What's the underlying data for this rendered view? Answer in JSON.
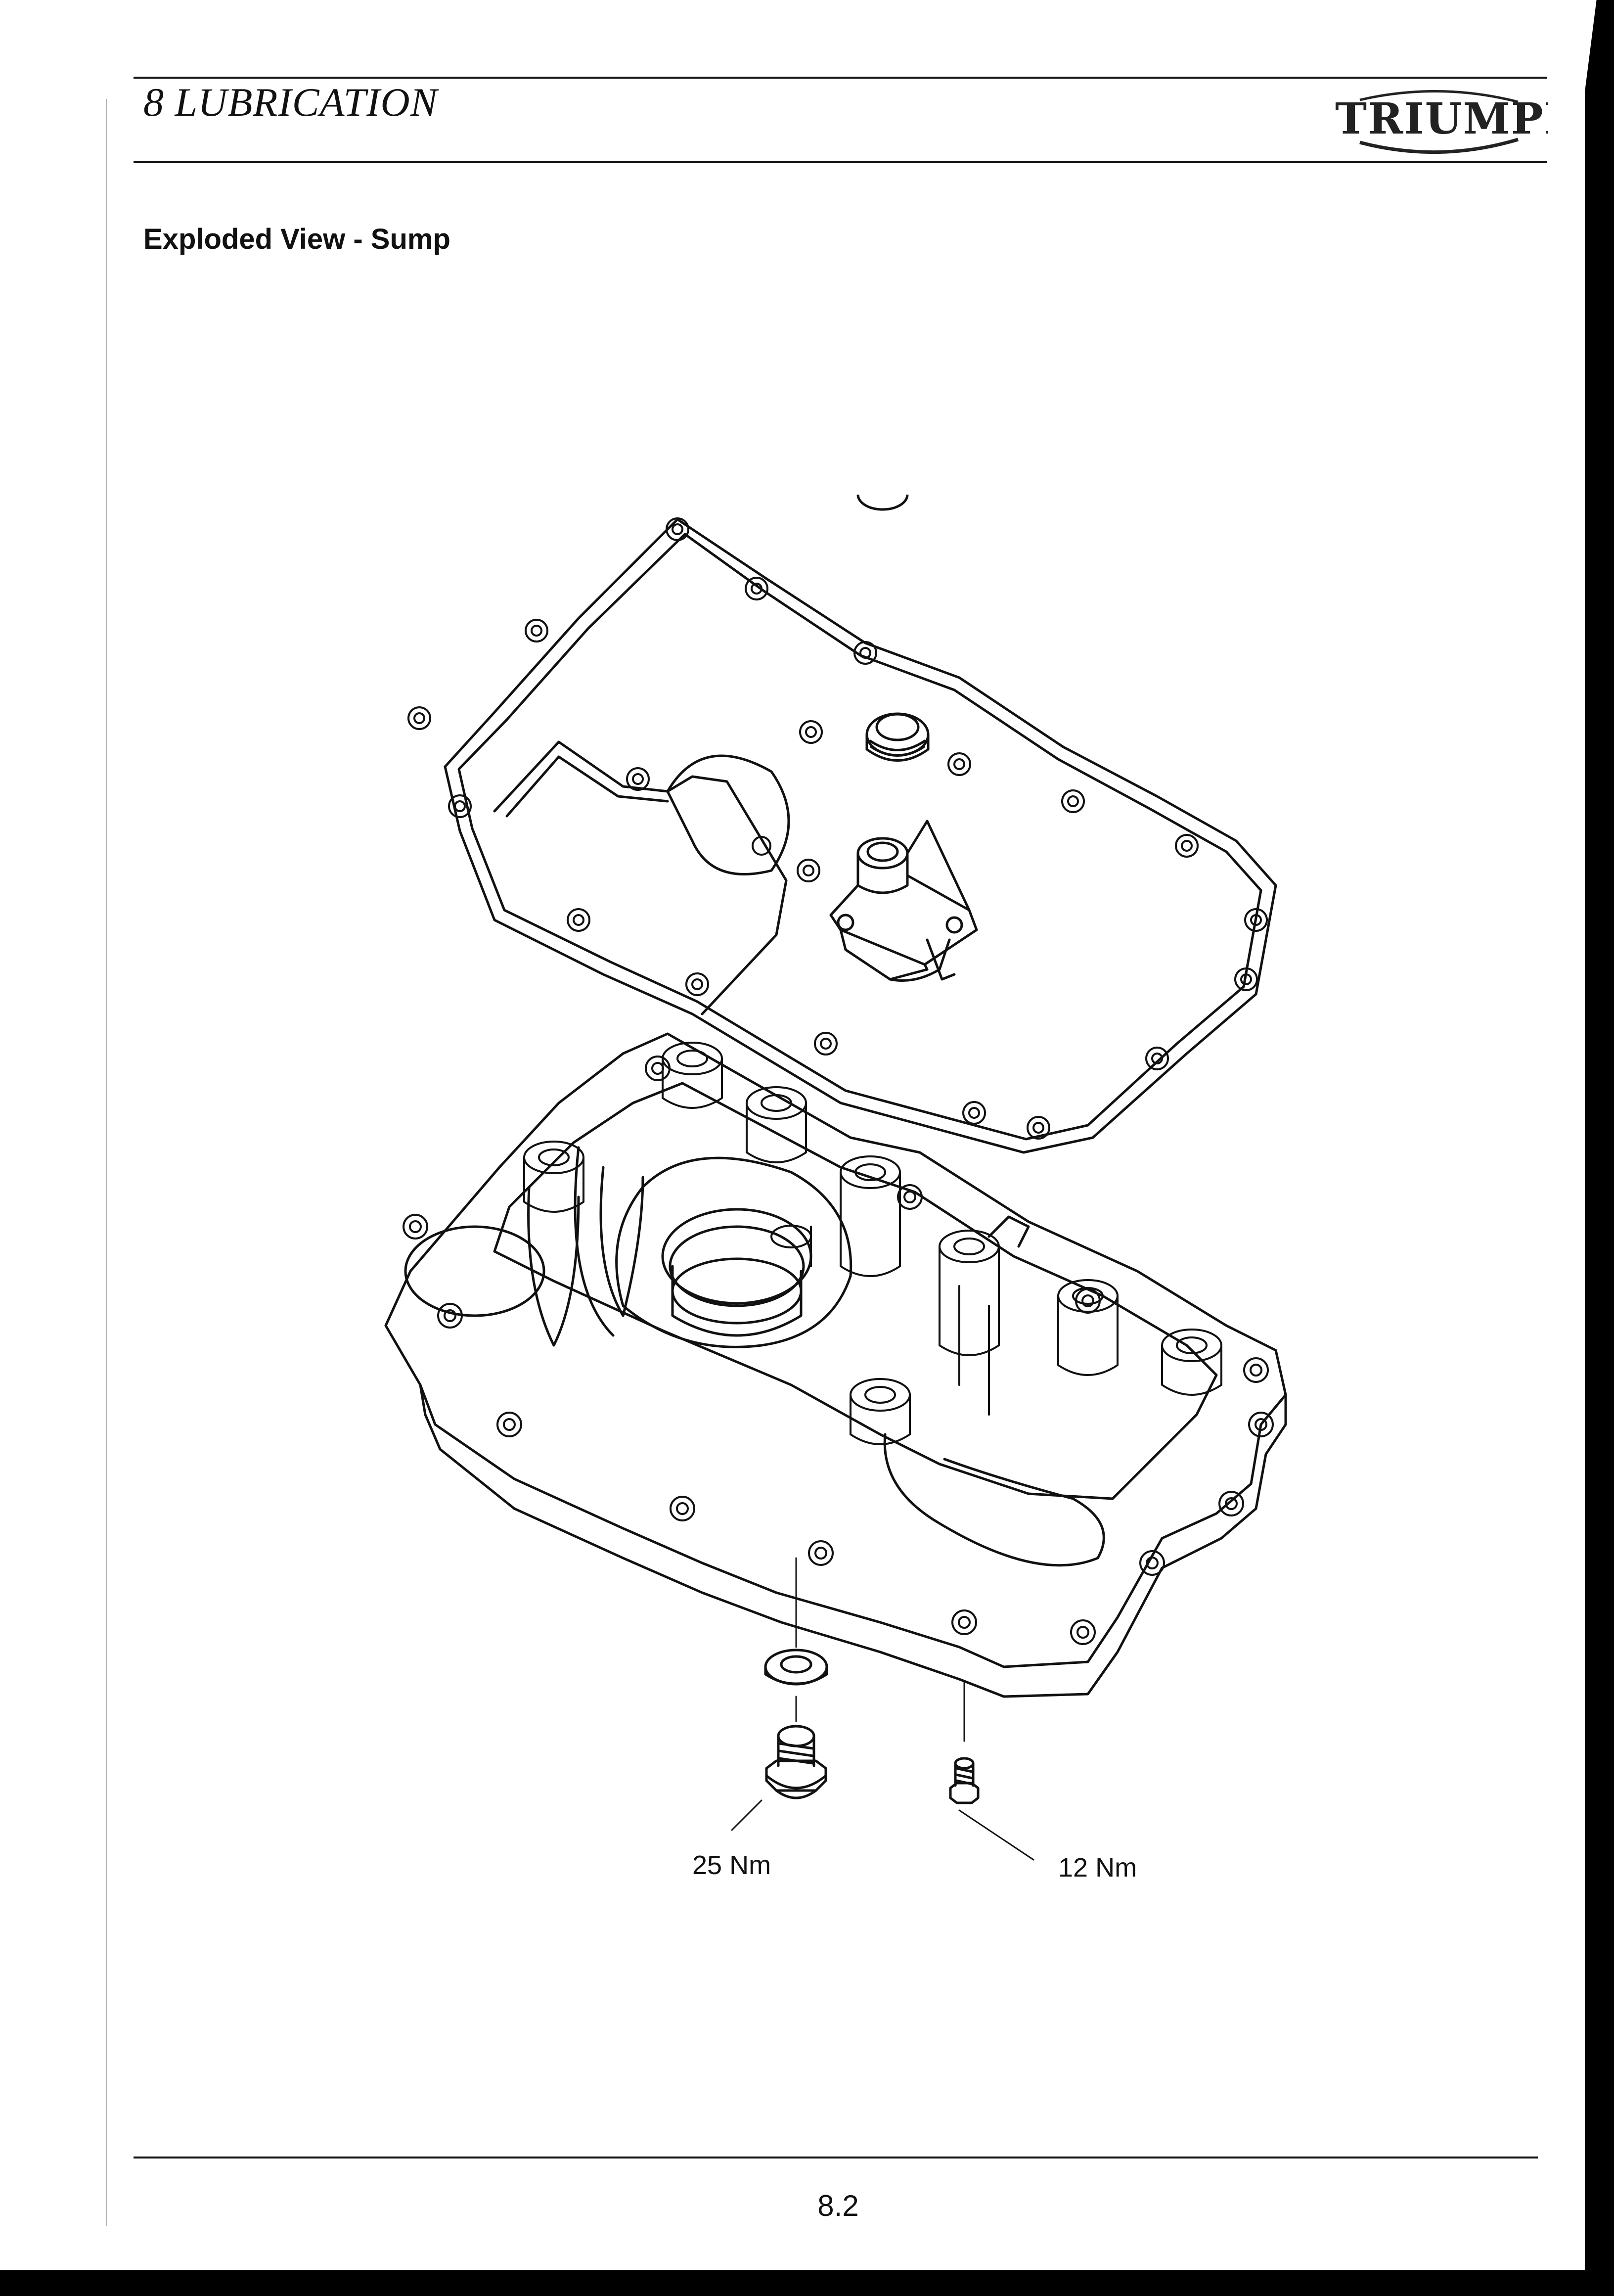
{
  "header": {
    "chapter_title": "8 LUBRICATION",
    "brand": "TRIUMPH"
  },
  "section": {
    "heading": "Exploded View - Sump"
  },
  "diagram": {
    "parts": [
      "sump-gasket",
      "oil-strainer",
      "strainer-seal",
      "sump",
      "sealing-washer",
      "drain-plug",
      "sump-bolt"
    ],
    "callouts": [
      {
        "label": "25 Nm"
      },
      {
        "label": "12 Nm"
      }
    ]
  },
  "footer": {
    "page_number": "8.2"
  }
}
